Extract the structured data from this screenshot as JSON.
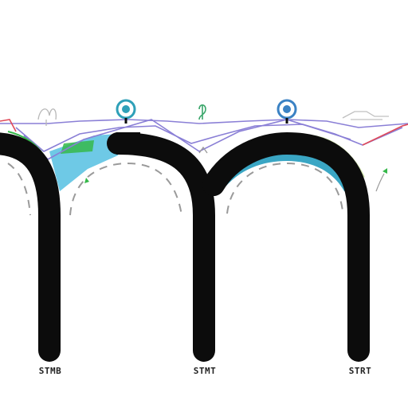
{
  "diagram": {
    "pillar_labels": [
      "STMB",
      "STMT",
      "STRT"
    ],
    "colors": {
      "arch": "#0c0c0c",
      "wire": "#8a7fd6",
      "wire_red": "#e04a5a",
      "sky_fill": "#6ec9e6",
      "green_fill": "#36b84a",
      "cream_fill": "#d9eab8",
      "teal_fill": "#3aa6c4",
      "node_ring": "#2fa0b8",
      "node_blue": "#3b82c4",
      "dash": "#9a9a9a"
    },
    "icons": [
      "node-icon",
      "node-icon",
      "figure-icon",
      "figure-icon",
      "hook-icon",
      "hook-icon",
      "flag-icon",
      "flag-icon"
    ]
  }
}
